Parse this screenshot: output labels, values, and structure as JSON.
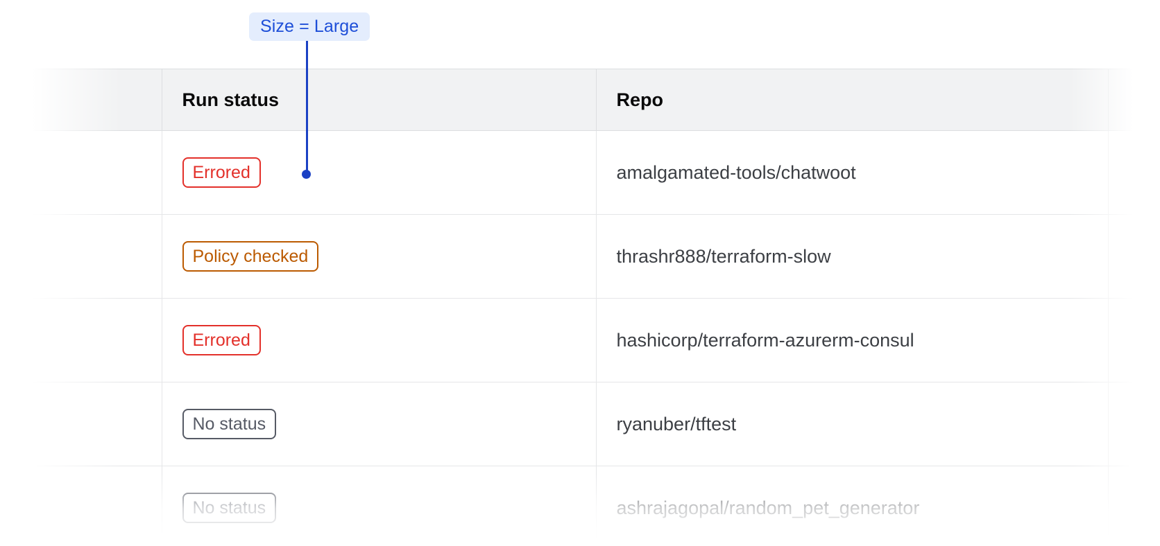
{
  "annotation": {
    "label": "Size = Large",
    "badge_bg": "#e4edfd",
    "badge_text_color": "#1d4ed8",
    "line_color": "#1b41c4",
    "target_row_index": 0,
    "target_column": "Run status"
  },
  "table": {
    "columns": [
      {
        "key": "select",
        "label": ""
      },
      {
        "key": "status",
        "label": "Run status"
      },
      {
        "key": "repo",
        "label": "Repo"
      },
      {
        "key": "extra",
        "label": ""
      }
    ],
    "rows": [
      {
        "status": "Errored",
        "status_kind": "errored",
        "repo": "amalgamated-tools/chatwoot"
      },
      {
        "status": "Policy checked",
        "status_kind": "policy-checked",
        "repo": "thrashr888/terraform-slow"
      },
      {
        "status": "Errored",
        "status_kind": "errored",
        "repo": "hashicorp/terraform-azurerm-consul"
      },
      {
        "status": "No status",
        "status_kind": "no-status",
        "repo": "ryanuber/tftest"
      },
      {
        "status": "No status",
        "status_kind": "no-status",
        "repo": "ashrajagopal/random_pet_generator"
      }
    ]
  },
  "colors": {
    "errored": "#e3302a",
    "policy_checked": "#bb5a00",
    "no_status": "#565a65",
    "header_bg": "#f1f2f3",
    "row_border": "#e5e6e8",
    "repo_text": "#3c3f44"
  }
}
